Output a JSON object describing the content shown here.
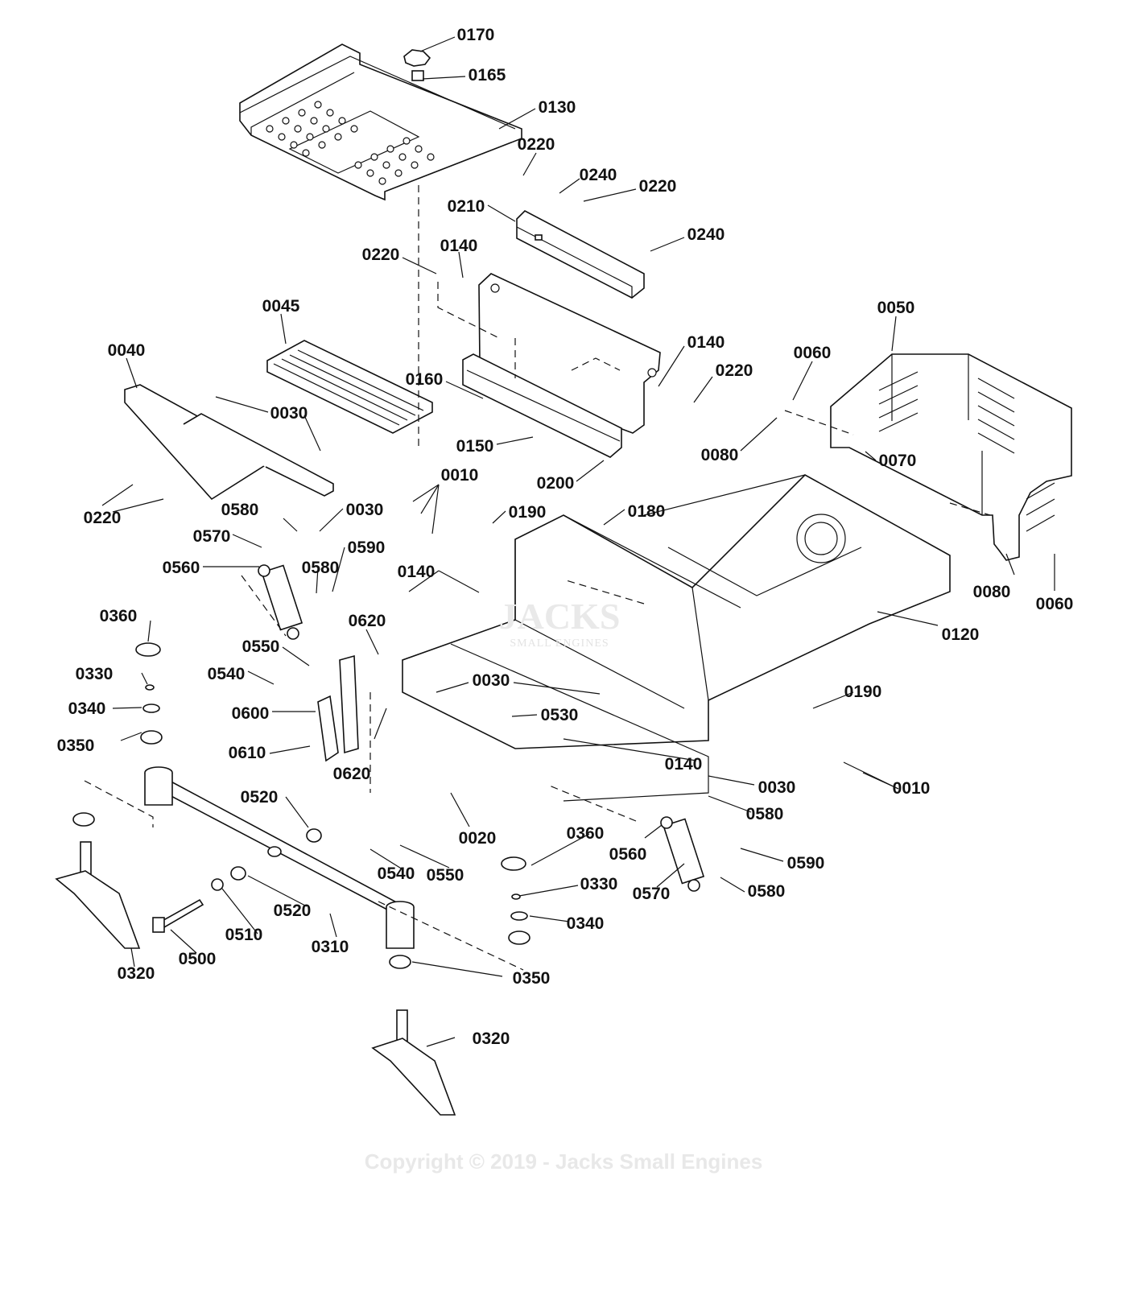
{
  "watermark": {
    "brand": "JACKS",
    "sub": "SMALL ENGINES"
  },
  "copyright": "Copyright © 2019 - Jacks Small Engines",
  "callouts": [
    {
      "id": "c0170",
      "text": "0170"
    },
    {
      "id": "c0165",
      "text": "0165"
    },
    {
      "id": "c0130",
      "text": "0130"
    },
    {
      "id": "c0220a",
      "text": "0220"
    },
    {
      "id": "c0240a",
      "text": "0240"
    },
    {
      "id": "c0220b",
      "text": "0220"
    },
    {
      "id": "c0210",
      "text": "0210"
    },
    {
      "id": "c0240b",
      "text": "0240"
    },
    {
      "id": "c0220c",
      "text": "0220"
    },
    {
      "id": "c0140a",
      "text": "0140"
    },
    {
      "id": "c0045",
      "text": "0045"
    },
    {
      "id": "c0050",
      "text": "0050"
    },
    {
      "id": "c0040",
      "text": "0040"
    },
    {
      "id": "c0140b",
      "text": "0140"
    },
    {
      "id": "c0060a",
      "text": "0060"
    },
    {
      "id": "c0220d",
      "text": "0220"
    },
    {
      "id": "c0160",
      "text": "0160"
    },
    {
      "id": "c0030a",
      "text": "0030"
    },
    {
      "id": "c0080a",
      "text": "0080"
    },
    {
      "id": "c0070",
      "text": "0070"
    },
    {
      "id": "c0150",
      "text": "0150"
    },
    {
      "id": "c0200",
      "text": "0200"
    },
    {
      "id": "c0010a",
      "text": "0010"
    },
    {
      "id": "c0220e",
      "text": "0220"
    },
    {
      "id": "c0580a",
      "text": "0580"
    },
    {
      "id": "c0030b",
      "text": "0030"
    },
    {
      "id": "c0190a",
      "text": "0190"
    },
    {
      "id": "c0180",
      "text": "0180"
    },
    {
      "id": "c0570a",
      "text": "0570"
    },
    {
      "id": "c0590a",
      "text": "0590"
    },
    {
      "id": "c0560a",
      "text": "0560"
    },
    {
      "id": "c0580b",
      "text": "0580"
    },
    {
      "id": "c0140c",
      "text": "0140"
    },
    {
      "id": "c0080b",
      "text": "0080"
    },
    {
      "id": "c0060b",
      "text": "0060"
    },
    {
      "id": "c0360a",
      "text": "0360"
    },
    {
      "id": "c0620a",
      "text": "0620"
    },
    {
      "id": "c0120",
      "text": "0120"
    },
    {
      "id": "c0550a",
      "text": "0550"
    },
    {
      "id": "c0330a",
      "text": "0330"
    },
    {
      "id": "c0540a",
      "text": "0540"
    },
    {
      "id": "c0030c",
      "text": "0030"
    },
    {
      "id": "c0190b",
      "text": "0190"
    },
    {
      "id": "c0340a",
      "text": "0340"
    },
    {
      "id": "c0600",
      "text": "0600"
    },
    {
      "id": "c0530",
      "text": "0530"
    },
    {
      "id": "c0350a",
      "text": "0350"
    },
    {
      "id": "c0610",
      "text": "0610"
    },
    {
      "id": "c0620b",
      "text": "0620"
    },
    {
      "id": "c0140d",
      "text": "0140"
    },
    {
      "id": "c0030d",
      "text": "0030"
    },
    {
      "id": "c0010b",
      "text": "0010"
    },
    {
      "id": "c0520a",
      "text": "0520"
    },
    {
      "id": "c0580c",
      "text": "0580"
    },
    {
      "id": "c0020",
      "text": "0020"
    },
    {
      "id": "c0360b",
      "text": "0360"
    },
    {
      "id": "c0560b",
      "text": "0560"
    },
    {
      "id": "c0590b",
      "text": "0590"
    },
    {
      "id": "c0540b",
      "text": "0540"
    },
    {
      "id": "c0550b",
      "text": "0550"
    },
    {
      "id": "c0330b",
      "text": "0330"
    },
    {
      "id": "c0570b",
      "text": "0570"
    },
    {
      "id": "c0580d",
      "text": "0580"
    },
    {
      "id": "c0520b",
      "text": "0520"
    },
    {
      "id": "c0340b",
      "text": "0340"
    },
    {
      "id": "c0510",
      "text": "0510"
    },
    {
      "id": "c0310",
      "text": "0310"
    },
    {
      "id": "c0500",
      "text": "0500"
    },
    {
      "id": "c0350b",
      "text": "0350"
    },
    {
      "id": "c0320a",
      "text": "0320"
    },
    {
      "id": "c0320b",
      "text": "0320"
    }
  ]
}
